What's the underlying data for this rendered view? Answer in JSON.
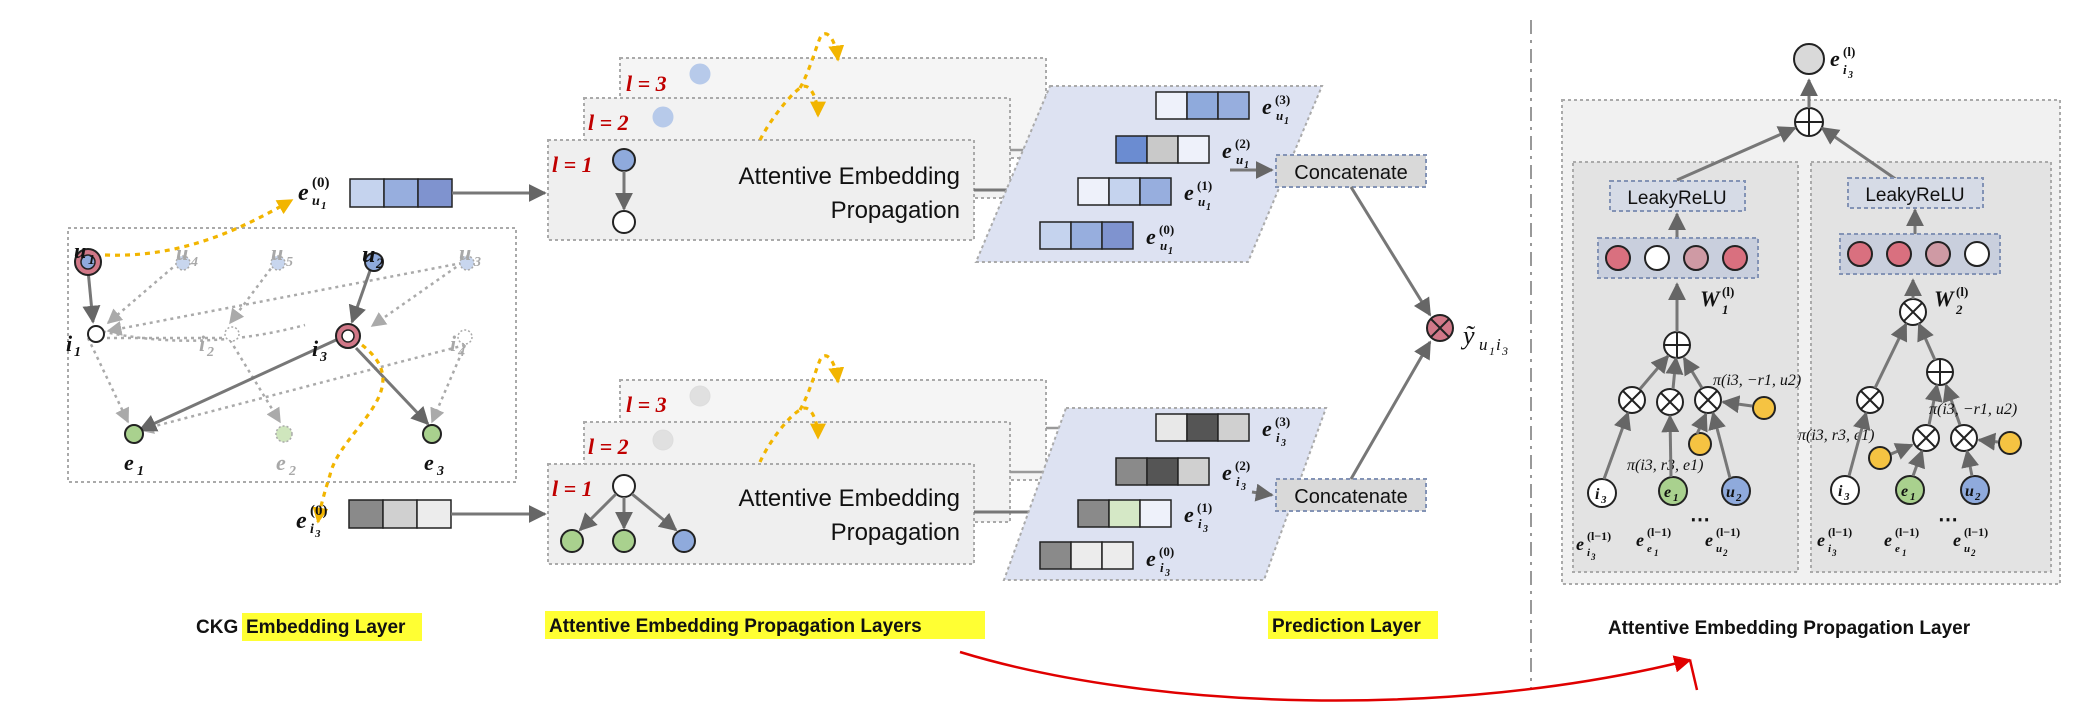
{
  "ckg": {
    "users": [
      "u1",
      "u4",
      "u5",
      "u2",
      "u3"
    ],
    "items": [
      "i1",
      "i2",
      "i3",
      "i4"
    ],
    "entities": [
      "e1",
      "e2",
      "e3"
    ],
    "emb_user": "e_{u1}^{(0)}",
    "emb_item": "e_{i3}^{(0)}"
  },
  "layers": {
    "l1": "l = 1",
    "l2": "l = 2",
    "l3": "l = 3",
    "aep_line1": "Attentive Embedding",
    "aep_line2": "Propagation"
  },
  "stack_user": [
    "e_{u1}^{(3)}",
    "e_{u1}^{(2)}",
    "e_{u1}^{(1)}",
    "e_{u1}^{(0)}"
  ],
  "stack_item": [
    "e_{i3}^{(3)}",
    "e_{i3}^{(2)}",
    "e_{i3}^{(1)}",
    "e_{i3}^{(0)}"
  ],
  "prediction": {
    "concatenate": "Concatenate",
    "output": "ỹ u1 i3"
  },
  "detail": {
    "top_output": "e_{i3}^{(l)}",
    "activation": "LeakyReLU",
    "w1": "W_1^{(l)}",
    "w2": "W_2^{(l)}",
    "pi_left_top": "π(i3, −r1, u2)",
    "pi_left_bottom": "π(i3, r3, e1)",
    "pi_right_top": "π(i3, −r1, u2)",
    "pi_right_left": "π(i3, r3, e1)",
    "node_i3": "i3",
    "node_e1": "e1",
    "node_u2": "u2",
    "bottom_labels": [
      "e_{i3}^{(l−1)}",
      "e_{e1}^{(l−1)}",
      "e_{u2}^{(l−1)}"
    ],
    "ellipsis": "⋯"
  },
  "captions": {
    "ckg_prefix": "CKG",
    "ckg_highlight": "Embedding Layer",
    "aep_layers": "Attentive Embedding Propagation Layers",
    "prediction": "Prediction Layer",
    "aep_layer": "Attentive Embedding Propagation Layer"
  },
  "colors": {
    "green": "#a9d18e",
    "blue": "#8faadc",
    "pink": "#d17888",
    "yellow": "#f5c342",
    "highlight": "#ffff33",
    "red_label": "#c00000"
  }
}
